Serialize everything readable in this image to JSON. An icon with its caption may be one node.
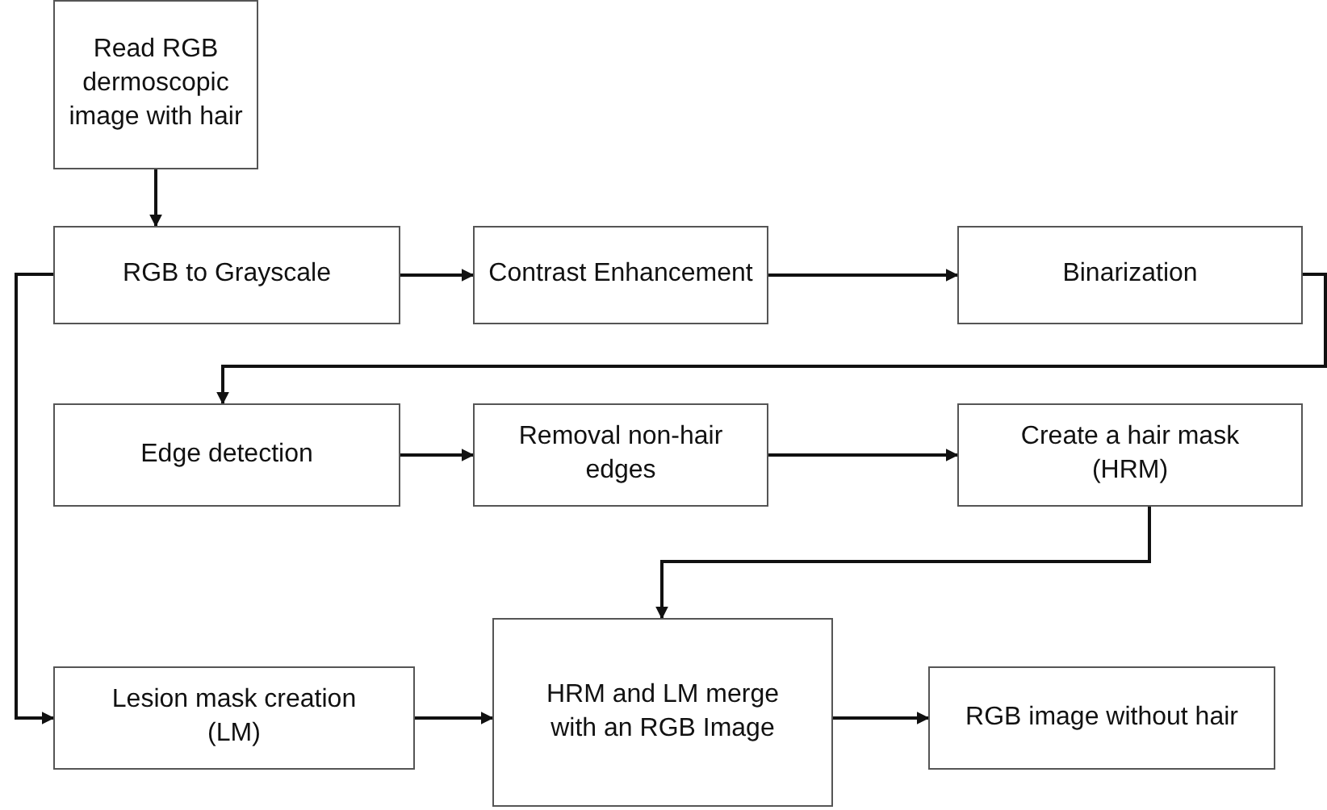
{
  "diagram": {
    "nodes": [
      {
        "text": [
          "Read RGB dermoscopic image with hair"
        ]
      },
      {
        "text": [
          "RGB to Grayscale"
        ]
      },
      {
        "text": [
          "Contrast Enhancement"
        ]
      },
      {
        "text": [
          "Binarization"
        ]
      },
      {
        "text": [
          "Edge detection"
        ]
      },
      {
        "text": [
          "Removal non-hair edges"
        ]
      },
      {
        "text": [
          "Create a hair mask (HRM)"
        ]
      },
      {
        "text": [
          "Lesion mask creation (LM)"
        ]
      },
      {
        "text": [
          "HRM and LM  merge with an RGB Image"
        ]
      },
      {
        "text": [
          "RGB image without hair"
        ]
      }
    ],
    "edges": [
      {
        "from": 0,
        "to": 1,
        "arrow": "to"
      },
      {
        "from": 1,
        "to": 2,
        "arrow": "to"
      },
      {
        "from": 2,
        "to": 3,
        "arrow": "to"
      },
      {
        "from": 3,
        "to": 4,
        "arrow": "to"
      },
      {
        "from": 4,
        "to": 5,
        "arrow": "to"
      },
      {
        "from": 5,
        "to": 6,
        "arrow": "to"
      },
      {
        "from": 6,
        "to": 8,
        "arrow": "to"
      },
      {
        "from": 1,
        "to": 7,
        "arrow": "to"
      },
      {
        "from": 7,
        "to": 8,
        "arrow": "to"
      },
      {
        "from": 8,
        "to": 9,
        "arrow": "to"
      }
    ]
  }
}
